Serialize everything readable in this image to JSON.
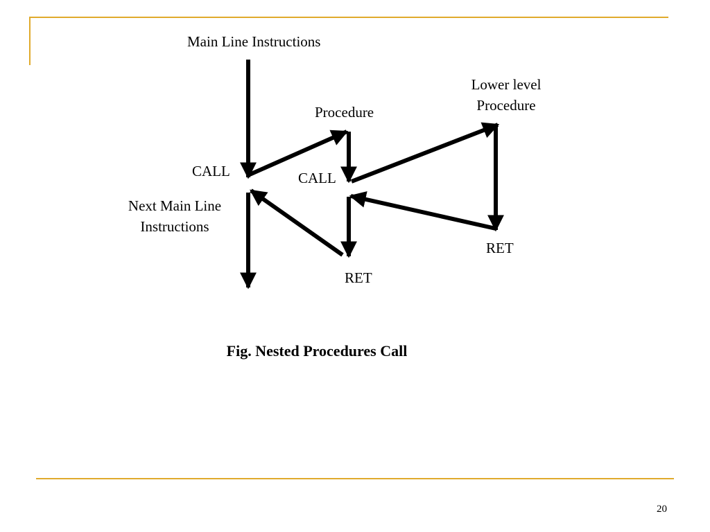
{
  "slide": {
    "accent_color": "#e0aa2c",
    "page_number": "20"
  },
  "diagram": {
    "main_line_label": "Main Line Instructions",
    "procedure_label": "Procedure",
    "lower_level_label_line1": "Lower level",
    "lower_level_label_line2": "Procedure",
    "call_main_label": "CALL",
    "call_proc_label": "CALL",
    "next_main_label_line1": "Next Main Line",
    "next_main_label_line2": "Instructions",
    "ret_proc_label": "RET",
    "ret_lower_label": "RET",
    "caption": "Fig. Nested Procedures Call"
  }
}
